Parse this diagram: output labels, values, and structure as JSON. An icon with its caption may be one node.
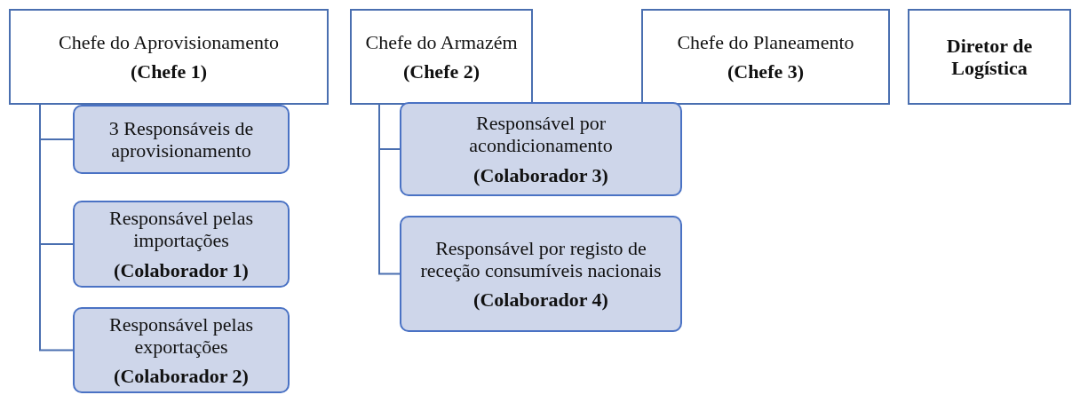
{
  "diagram": {
    "nodes": [
      {
        "text": [
          "Chefe do Aprovisionamento",
          "(Chefe 1)"
        ]
      },
      {
        "text": [
          "Chefe do Armazém",
          "(Chefe 2)"
        ]
      },
      {
        "text": [
          "Chefe do Planeamento",
          "(Chefe 3)"
        ]
      },
      {
        "text": [
          "Diretor de Logística"
        ]
      },
      {
        "text": [
          "3 Responsáveis de aprovisionamento"
        ]
      },
      {
        "text": [
          "Responsável pelas importações",
          "(Colaborador 1)"
        ]
      },
      {
        "text": [
          "Responsável pelas exportações",
          "(Colaborador 2)"
        ]
      },
      {
        "text": [
          "Responsável por acondicionamento",
          "(Colaborador 3)"
        ]
      },
      {
        "text": [
          "Responsável por registo de receção consumíveis nacionais",
          "(Colaborador 4)"
        ]
      }
    ],
    "edges": [
      {
        "from": 0,
        "to": 4,
        "arrow": "none"
      },
      {
        "from": 0,
        "to": 5,
        "arrow": "none"
      },
      {
        "from": 0,
        "to": 6,
        "arrow": "none"
      },
      {
        "from": 1,
        "to": 7,
        "arrow": "none"
      },
      {
        "from": 1,
        "to": 8,
        "arrow": "none"
      }
    ]
  }
}
